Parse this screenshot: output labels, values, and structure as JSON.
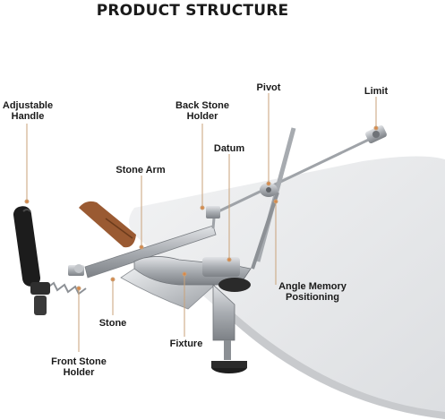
{
  "title": "PRODUCT STRUCTURE",
  "labels": {
    "adjustable_handle": "Adjustable\nHandle",
    "back_stone_holder": "Back Stone\nHolder",
    "pivot": "Pivot",
    "limit": "Limit",
    "stone_arm": "Stone Arm",
    "datum": "Datum",
    "angle_memory": "Angle Memory\nPositioning",
    "stone": "Stone",
    "fixture": "Fixture",
    "front_stone_holder": "Front Stone\nHolder"
  },
  "colors": {
    "leader": "#c9a27a",
    "marker": "#d9894a",
    "table": "#e9eaec",
    "metal": "#b9bdc2",
    "handle": "#1c1c1c",
    "knife_wood": "#9a5a32"
  }
}
